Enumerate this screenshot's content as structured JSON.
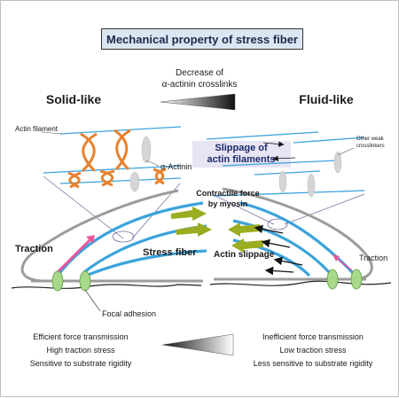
{
  "title": "Mechanical property of stress fiber",
  "transition": {
    "line1": "Decrease of",
    "line2": "α-actinin crosslinks",
    "left_state": "Solid-like",
    "right_state": "Fluid-like"
  },
  "labels": {
    "actin_filament": "Actin filament",
    "alpha_actinin": "α-Actinin",
    "slippage_line1": "Slippage of",
    "slippage_line2": "actin filaments",
    "other_crosslinkers_line1": "Other weak",
    "other_crosslinkers_line2": "crosslinkers",
    "contractile_line1": "Contractile force",
    "contractile_line2": "by myosin",
    "traction_left": "Traction",
    "traction_right": "Traction",
    "stress_fiber": "Stress fiber",
    "actin_slippage": "Actin slippage",
    "focal_adhesion": "Focal adhesion"
  },
  "properties": {
    "left": [
      "Efficient force transmission",
      "High traction stress",
      "Sensitive to substrate rigidity"
    ],
    "right": [
      "Inefficient force transmission",
      "Low traction stress",
      "Less sensitive to substrate rigidity"
    ]
  },
  "colors": {
    "filament": "#3ba3dc",
    "crosslink": "#e8812d",
    "myosin": "#9aac1f",
    "traction": "#e8579b",
    "adhesion": "#a8d88a",
    "cell": "#9c9c9c"
  }
}
